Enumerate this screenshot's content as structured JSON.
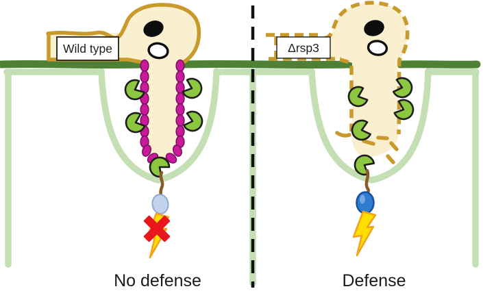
{
  "figure": {
    "description": "Two-panel schematic of fungal hypha penetrating a plant cell",
    "divider": "dashed-vertical-line",
    "panels": [
      {
        "id": "wild-type",
        "label": "Wild type",
        "caption": "No defense",
        "outline_style": "solid",
        "bead_coat_present": true,
        "signal_blocked": true
      },
      {
        "id": "rsp3-deletion",
        "label": "Δrsp3",
        "caption": "Defense",
        "outline_style": "dashed",
        "bead_coat_present": false,
        "signal_blocked": false
      }
    ]
  },
  "glyphs": {
    "fungal-wall-icon": "goldenrod outline of surface hypha and invading bulb",
    "nucleus-icon": "black blob inside bulb",
    "vacuole-icon": "white black-outlined blob inside bulb",
    "plant-wall-icon": "dark green horizontal bar",
    "plant-membrane-icon": "light green line with U-shaped invagination",
    "bead-icon": "magenta oval coat around invading hypha",
    "receptor-icon": "green pac-man shape",
    "stalk-icon": "brown wavy line",
    "vesicle-icon": "blue oval",
    "lightning-icon": "yellow bolt (defense signal)",
    "cross-icon": "red X (signal blocked)"
  },
  "colors": {
    "fungal_gold": "#c8992b",
    "fungal_fill": "#faf0d0",
    "plant_wall_green": "#4e8136",
    "plant_membrane_green": "#c5dfb4",
    "bead_magenta": "#c81a9b",
    "bead_outline": "#7c1060",
    "receptor_green": "#8dc63f",
    "stalk_brown": "#8a5a2a",
    "vesicle_pale_blue": "#c3d3ee",
    "vesicle_blue": "#2e7bd0",
    "lightning_yellow": "#ffdf00",
    "lightning_outline": "#f2a31c",
    "cross_red": "#e8151c",
    "text": "#1a1a1a"
  }
}
